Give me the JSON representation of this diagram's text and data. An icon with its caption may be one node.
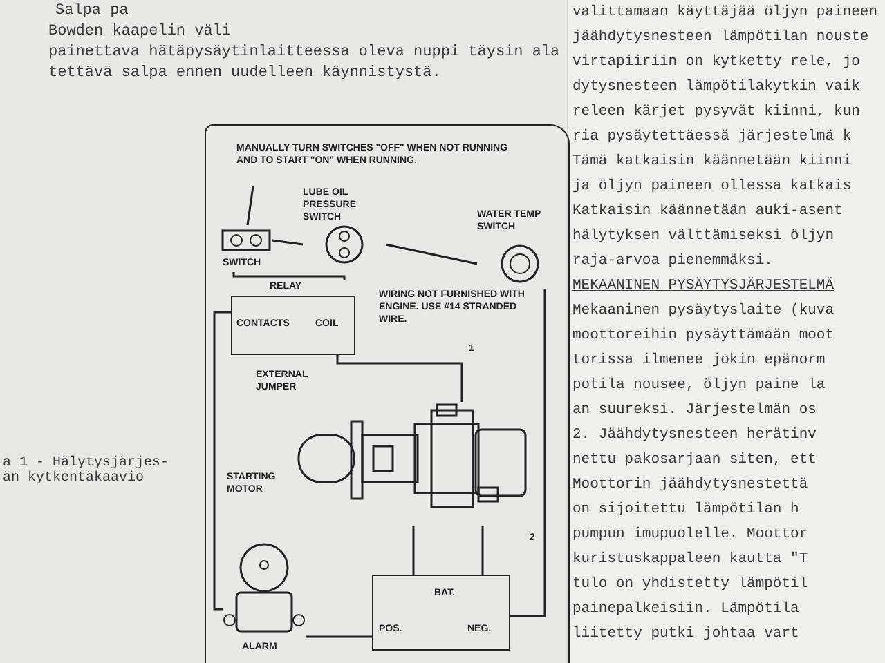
{
  "diagram": {
    "nodes": [
      {
        "text": [
          "MANUALLY TURN SWITCHES \"OFF\" WHEN NOT RUNNING AND TO START \"ON\" WHEN RUNNING."
        ]
      },
      {
        "text": [
          "SWITCH"
        ]
      },
      {
        "text": [
          "LUBE OIL PRESSURE SWITCH"
        ]
      },
      {
        "text": [
          "WATER TEMP SWITCH"
        ]
      },
      {
        "text": [
          "RELAY",
          "CONTACTS",
          "COIL"
        ]
      },
      {
        "text": [
          "STARTING MOTOR"
        ]
      },
      {
        "text": [
          "BAT.",
          "POS.",
          "NEG."
        ]
      },
      {
        "text": [
          "ALARM"
        ]
      }
    ],
    "edges": [
      {
        "from": 0,
        "to": 1,
        "arrow": "none"
      },
      {
        "from": 1,
        "to": 2,
        "arrow": "none"
      },
      {
        "from": 2,
        "to": 3,
        "arrow": "none"
      },
      {
        "from": 1,
        "to": 4,
        "arrow": "none"
      },
      {
        "from": 4,
        "to": 5,
        "arrow": "none"
      },
      {
        "from": 4,
        "to": 7,
        "arrow": "none"
      },
      {
        "from": 7,
        "to": 6,
        "arrow": "none"
      },
      {
        "from": 5,
        "to": 6,
        "arrow": "none"
      },
      {
        "from": 5,
        "to": 6,
        "arrow": "none"
      },
      {
        "from": 3,
        "to": 6,
        "arrow": "none"
      }
    ],
    "labels": [
      "Salpa pa",
      "Bowden kaapelin väli",
      "painettava hätäpysäytinlaitteessa oleva nuppi täysin ala",
      "tettävä salpa ennen uudelleen käynnistystä.",
      "WIRING NOT FURNISHED WITH ENGINE. USE #14 STRANDED WIRE.",
      "1",
      "EXTERNAL JUMPER",
      "2",
      "a 1 - Hälytysjärjes- än kytkentäkaavio",
      "valittamaan käyttäjää öljyn paineen",
      "jäähdytysnesteen lämpötilan nouste",
      "virtapiiriin on kytketty rele, jo",
      "dytysnesteen lämpötilakytkin vaik",
      "releen kärjet pysyvät kiinni, kun",
      "ria pysäytettäessä järjestelmä k",
      "Tämä katkaisin käännetään kiinni",
      "ja öljyn paineen ollessa katkais",
      "Katkaisin käännetään auki-asent",
      "hälytyksen välttämiseksi öljyn",
      "raja-arvoa pienemmäksi.",
      "MEKAANINEN PYSÄYTYSJÄRJESTELMÄ",
      "Mekaaninen pysäytyslaite (kuva",
      "moottoreihin pysäyttämään moot",
      "torissa ilmenee jokin epänorm",
      "potila nousee, öljyn paine la",
      "an suureksi. Järjestelmän os",
      "2. Jäähdytysnesteen herätinv",
      "nettu pakosarjaan siten, ett",
      "Moottorin jäähdytysnestettä",
      "on sijoitettu lämpötilan h",
      "pumpun imupuolelle. Moottor",
      "kuristuskappaleen kautta \"T",
      "tulo on yhdistetty lämpötil",
      "painepalkeisiin. Lämpötila",
      "liitetty putki johtaa vart"
    ]
  }
}
